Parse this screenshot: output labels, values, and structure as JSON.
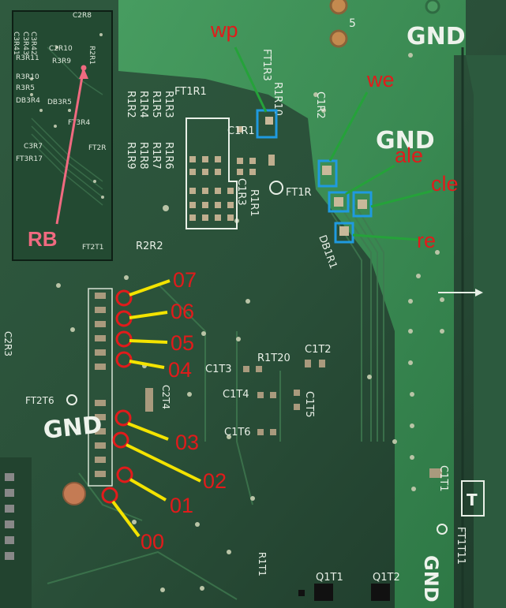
{
  "inset": {
    "labels": [
      "C3R41",
      "C2R8",
      "C3R42",
      "C3R43",
      "C2R10",
      "R2R1",
      "R3R11",
      "R3R9",
      "R3R10",
      "R3R5",
      "DB3R4",
      "DB3R5",
      "FT3R4",
      "FT2R",
      "C3R7",
      "FT3R17",
      "FT2T1"
    ],
    "pin_label": "RB"
  },
  "silkscreen": {
    "ft1r1": "FT1R1",
    "ft1r3": "FT1R3",
    "r1r10": "R1R10",
    "c1r2": "C1R2",
    "c1r1": "C1R1",
    "r1r3": "R1R3",
    "r1r2": "R1R2",
    "r1r4": "R1R4",
    "r1r5": "R1R5",
    "r1r6": "R1R6",
    "r1r7": "R1R7",
    "r1r8": "R1R8",
    "r1r9": "R1R9",
    "c1r3": "C1R3",
    "r1r1": "R1R1",
    "ft1r": "FT1R",
    "db1r1": "DB1R1",
    "r2r2": "R2R2",
    "pad5": "5",
    "gnd_top": "GND",
    "gnd_mid": "GND",
    "gnd_left": "GND",
    "gnd_bottom": "GND",
    "c2r3": "C2R3",
    "ft2t6": "FT2T6",
    "c2t4": "C2T4",
    "r1t20": "R1T20",
    "c1t2": "C1T2",
    "c1t3": "C1T3",
    "c1t4": "C1T4",
    "c1t5": "C1T5",
    "c1t6": "C1T6",
    "c1t1": "C1T1",
    "ft1t11": "FT1T11",
    "r1t1": "R1T1",
    "q1t1": "Q1T1",
    "q1t2": "Q1T2",
    "t_box": "T"
  },
  "annotations": {
    "control_signals": [
      "wp",
      "we",
      "ale",
      "cle",
      "re"
    ],
    "data_pins": [
      "07",
      "06",
      "05",
      "04",
      "03",
      "02",
      "01",
      "00"
    ]
  },
  "colors": {
    "board": "#2a4f39",
    "ground_plane": "#3b8f56",
    "silkscreen": "#e8efe6",
    "pad": "#c9b99a",
    "red_annotation": "#e11b1b",
    "yellow_pointer": "#f3e300",
    "blue_box": "#1f9ae0",
    "green_pointer": "#25a23a",
    "pink_pointer": "#f06a80"
  }
}
